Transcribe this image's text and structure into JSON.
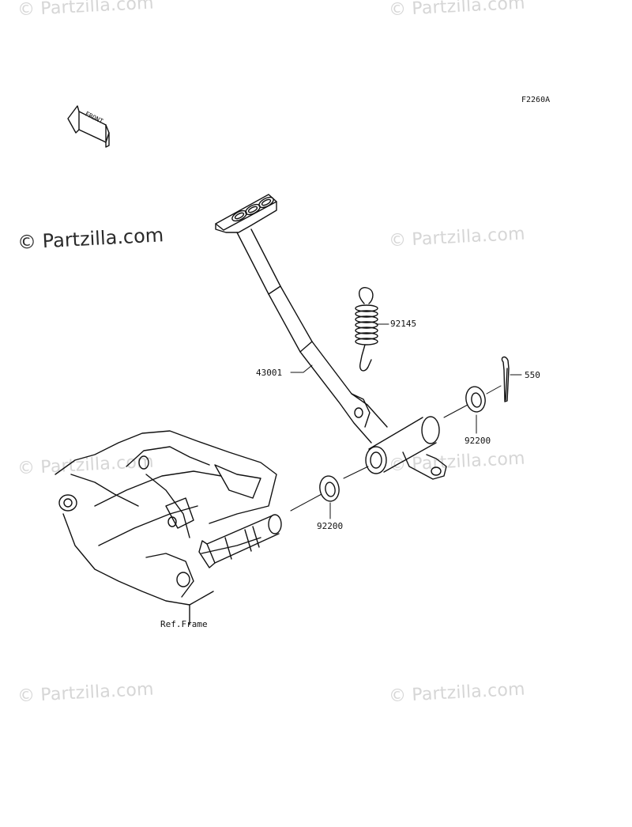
{
  "watermark": "© Partzilla.com",
  "diagram_code": "F2260A",
  "front_label": "FRONT",
  "parts": {
    "brake_pedal": "43001",
    "spring": "92145",
    "cotter_pin": "550",
    "washer_right": "92200",
    "washer_left": "92200",
    "frame_ref": "Ref.Frame"
  },
  "colors": {
    "line": "#111111",
    "watermark": "#d6d6d6"
  }
}
